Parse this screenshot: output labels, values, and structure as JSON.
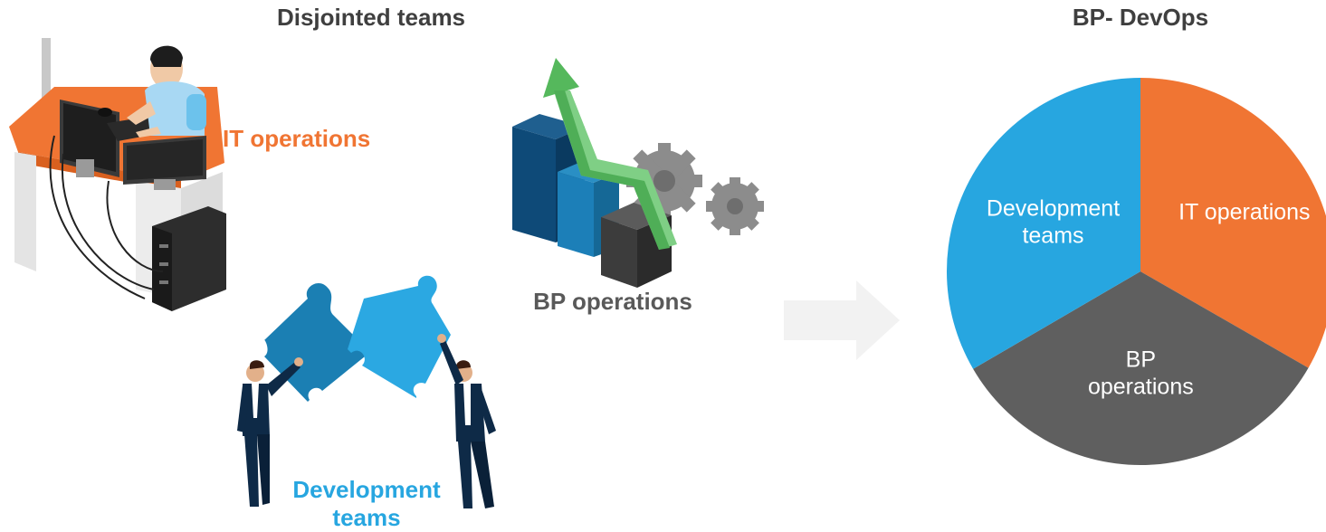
{
  "left": {
    "title": "Disjointed teams",
    "it_label": "IT operations",
    "bp_label": "BP operations",
    "dev_label_line1": "Development",
    "dev_label_line2": "teams"
  },
  "right": {
    "title": "BP- DevOps"
  },
  "chart_data": {
    "type": "pie",
    "title": "BP- DevOps",
    "slices": [
      {
        "label": "IT operations",
        "value": 33.3,
        "color": "#f07533"
      },
      {
        "label": "BP\noperations",
        "value": 33.3,
        "color": "#5f5f5f"
      },
      {
        "label": "Development\nteams",
        "value": 33.4,
        "color": "#27a6e0"
      }
    ]
  },
  "colors": {
    "orange": "#f07533",
    "blue": "#27a6e0",
    "gray_text": "#595959",
    "dark_navy": "#0e2a47"
  }
}
